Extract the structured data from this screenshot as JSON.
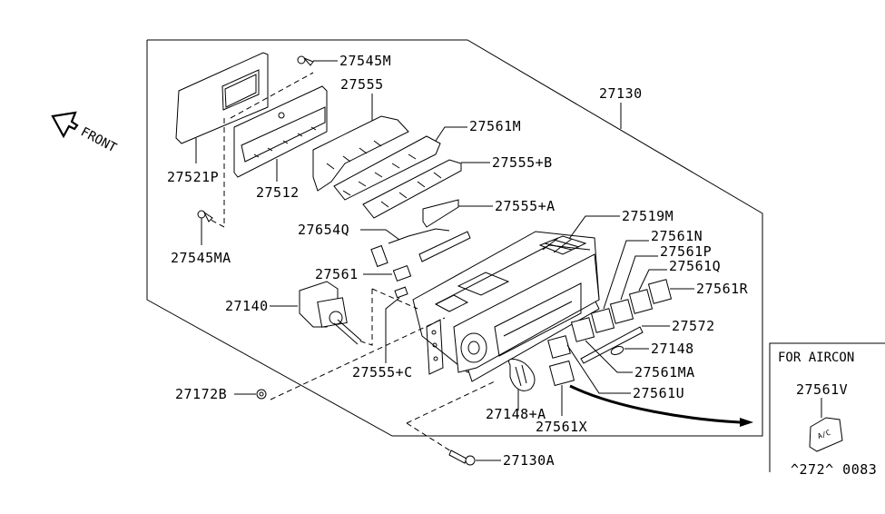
{
  "diagram": {
    "title": "Heater/Air Conditioner Control Assembly - Exploded Parts View",
    "front_indicator": {
      "label": "FRONT",
      "icon": "arrow-up-left-icon"
    },
    "assembly_number": "27130",
    "labels": [
      {
        "id": "27545M",
        "text": "27545M"
      },
      {
        "id": "27555",
        "text": "27555"
      },
      {
        "id": "27561M",
        "text": "27561M"
      },
      {
        "id": "27555+B",
        "text": "27555+B"
      },
      {
        "id": "27521P",
        "text": "27521P"
      },
      {
        "id": "27512",
        "text": "27512"
      },
      {
        "id": "27555+A",
        "text": "27555+A"
      },
      {
        "id": "27519M",
        "text": "27519M"
      },
      {
        "id": "27654Q",
        "text": "27654Q"
      },
      {
        "id": "27545MA",
        "text": "27545MA"
      },
      {
        "id": "27561N",
        "text": "27561N"
      },
      {
        "id": "27561P",
        "text": "27561P"
      },
      {
        "id": "27561Q",
        "text": "27561Q"
      },
      {
        "id": "27561",
        "text": "27561"
      },
      {
        "id": "27561R",
        "text": "27561R"
      },
      {
        "id": "27140",
        "text": "27140"
      },
      {
        "id": "27572",
        "text": "27572"
      },
      {
        "id": "27148",
        "text": "27148"
      },
      {
        "id": "27555+C",
        "text": "27555+C"
      },
      {
        "id": "27561MA",
        "text": "27561MA"
      },
      {
        "id": "27172B",
        "text": "27172B"
      },
      {
        "id": "27561U",
        "text": "27561U"
      },
      {
        "id": "27148+A",
        "text": "27148+A"
      },
      {
        "id": "27561X",
        "text": "27561X"
      },
      {
        "id": "27130A",
        "text": "27130A"
      }
    ],
    "inset": {
      "title": "FOR AIRCON",
      "part_label": "27561V",
      "switch_text": "A/C",
      "drawing_code": "^272^ 0083"
    }
  }
}
